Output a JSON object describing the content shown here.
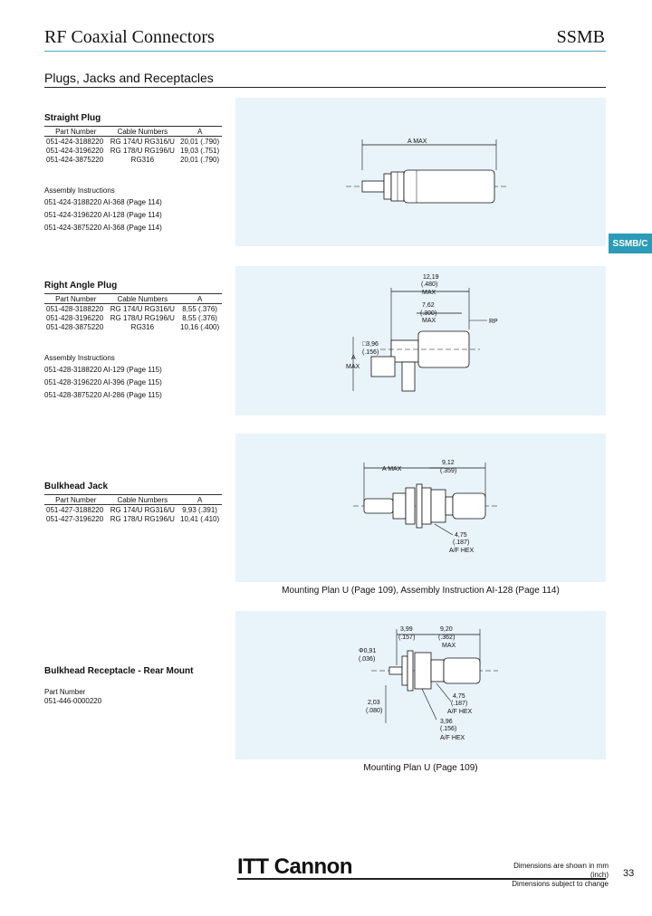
{
  "header": {
    "title": "RF Coaxial Connectors",
    "series": "SSMB"
  },
  "subtitle": "Plugs, Jacks and Receptacles",
  "side_tab": "SSMB/C",
  "straight_plug": {
    "title": "Straight Plug",
    "headers": [
      "Part Number",
      "Cable Numbers",
      "A"
    ],
    "rows": [
      [
        "051-424-3188220",
        "RG 174/U RG316/U",
        "20,01 (.790)"
      ],
      [
        "051-424-3196220",
        "RG 178/U RG196/U",
        "19,03 (.751)"
      ],
      [
        "051-424-3875220",
        "RG316",
        "20,01 (.790)"
      ]
    ],
    "assembly_title": "Assembly Instructions",
    "assembly": [
      "051-424-3188220  AI-368 (Page 114)",
      "051-424-3196220  AI-128 (Page 114)",
      "051-424-3875220  AI-368 (Page 114)"
    ],
    "diagram_labels": {
      "a_max": "A MAX"
    }
  },
  "right_angle_plug": {
    "title": "Right Angle Plug",
    "headers": [
      "Part Number",
      "Cable Numbers",
      "A"
    ],
    "rows": [
      [
        "051-428-3188220",
        "RG 174/U RG316/U",
        "8,55 (.376)"
      ],
      [
        "051-428-3196220",
        "RG 178/U RG196/U",
        "8,55 (.376)"
      ],
      [
        "051-428-3875220",
        "RG316",
        "10,16 (.400)"
      ]
    ],
    "assembly_title": "Assembly Instructions",
    "assembly": [
      "051-428-3188220  AI-129 (Page 115)",
      "051-428-3196220  AI-396 (Page 115)",
      "051-428-3875220  AI-286 (Page 115)"
    ],
    "diagram_labels": {
      "d1": "12,19",
      "d1b": "(.480)",
      "d1c": "MAX",
      "d2": "7,62",
      "d2b": "(.300)",
      "d2c": "MAX",
      "rp": "RP",
      "sq": "□3,96",
      "sqb": "(.156)",
      "a": "A",
      "amax": "MAX"
    }
  },
  "bulkhead_jack": {
    "title": "Bulkhead Jack",
    "headers": [
      "Part Number",
      "Cable Numbers",
      "A"
    ],
    "rows": [
      [
        "051-427-3188220",
        "RG 174/U RG316/U",
        "9,93 (.391)"
      ],
      [
        "051-427-3196220",
        "RG 178/U RG196/U",
        "10,41 (.410)"
      ]
    ],
    "diagram_labels": {
      "a_max": "A MAX",
      "d1": "9,12",
      "d1b": "(.359)",
      "hex1": "4,75",
      "hex2": "(.187)",
      "hex3": "A/F HEX"
    },
    "caption": "Mounting Plan U (Page 109), Assembly Instruction AI-128 (Page 114)"
  },
  "bulkhead_receptacle": {
    "title": "Bulkhead Receptacle - Rear Mount",
    "part_label": "Part Number",
    "part_number": "051-446-0000220",
    "diagram_labels": {
      "d1": "3,99",
      "d1b": "(.157)",
      "d2": "9,20",
      "d2b": "(.362)",
      "d2c": "MAX",
      "phi": "Φ0,91",
      "phib": "(.036)",
      "hex1": "4,75",
      "hex1b": "(.187)",
      "hex1c": "A/F HEX",
      "dl": "2,03",
      "dlb": "(.080)",
      "hex2": "3,96",
      "hex2b": "(.156)",
      "hex2c": "A/F HEX"
    },
    "caption": "Mounting Plan U (Page 109)"
  },
  "footer": {
    "logo": "ITT Cannon",
    "note1": "Dimensions are shown in mm (inch)",
    "note2": "Dimensions subject to change",
    "page": "33"
  },
  "colors": {
    "accent": "#2b9bb8",
    "panel": "#e8f3fa"
  }
}
